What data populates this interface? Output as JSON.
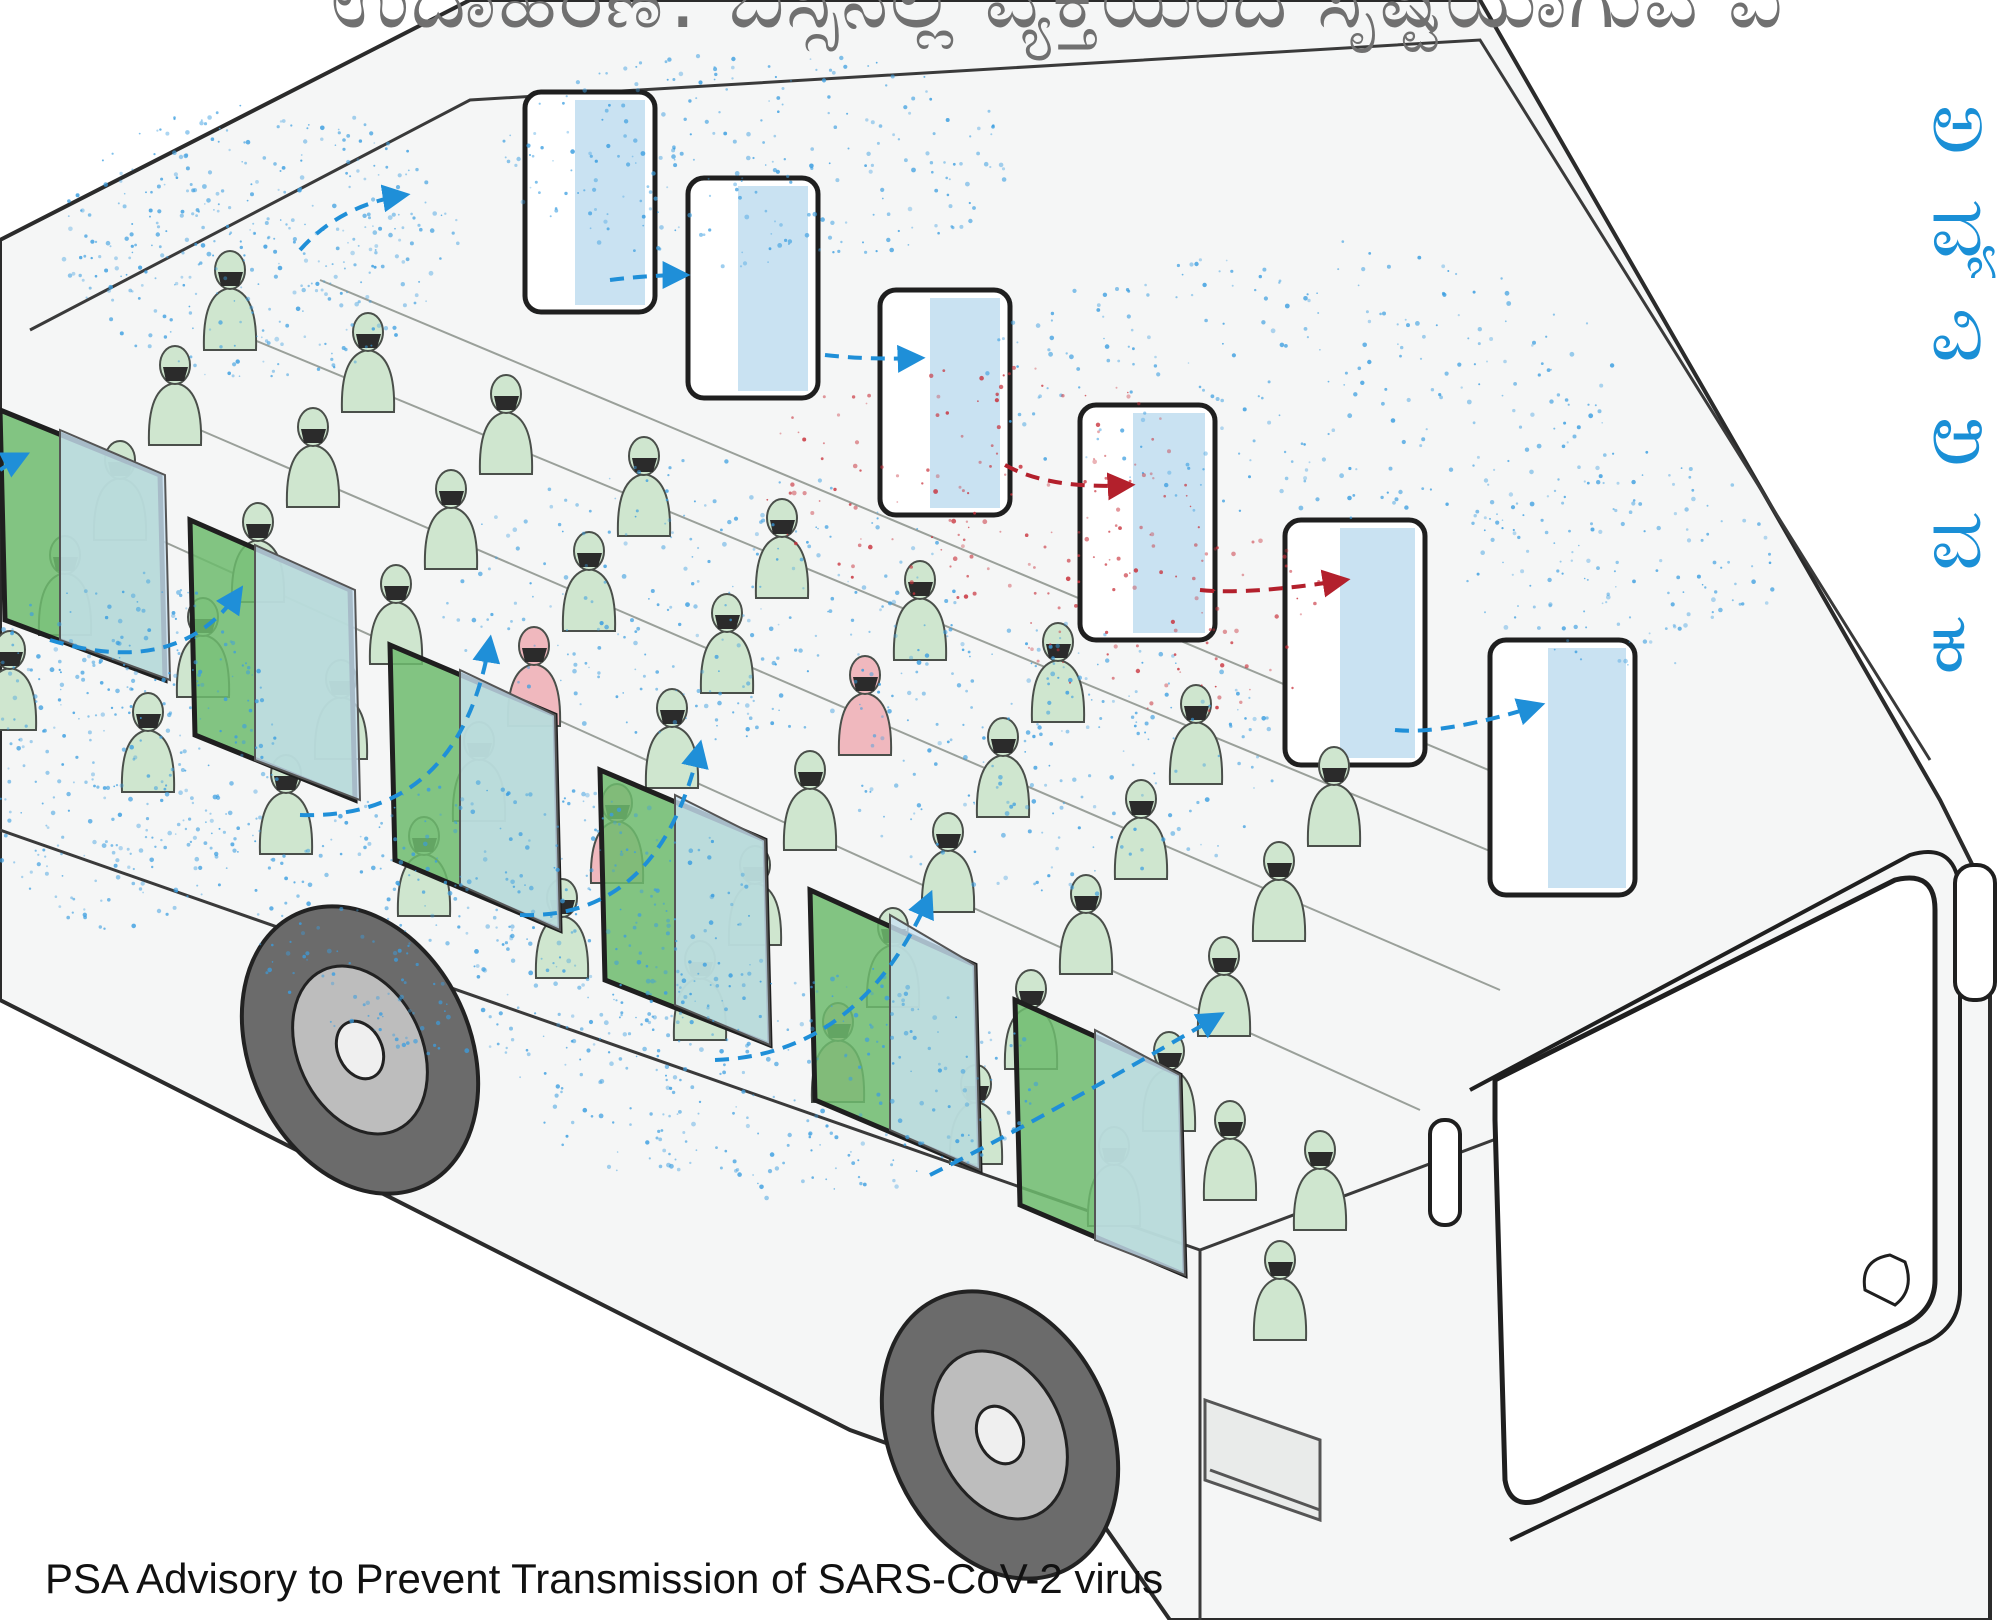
{
  "headline": "ಉದಾಹರಣೆ: ಬಸ್ಸಿನಲ್ಲಿ ವ್ಯಕ್ತಿಯಿಂದ ಸೃಷ್ಟಿಯಾಗುವ ಏ",
  "side_text": [
    "ಅ",
    "ವ್ಯ",
    "ವಿ",
    "ಆ",
    "ವ",
    "ಕ"
  ],
  "caption": "PSA Advisory to Prevent Transmission of SARS-CoV-2 virus",
  "colors": {
    "aerosol": "#3b9ee0",
    "infected_aerosol": "#c8303a",
    "passenger": "#cfe6cf",
    "passenger_near_window": "#6dbb6d",
    "infected_passenger": "#f0b8be",
    "window_glass": "#c9e2f2",
    "bus_body": "#f5f6f6",
    "side_text": "#1a8fd6",
    "headline": "#707070"
  }
}
